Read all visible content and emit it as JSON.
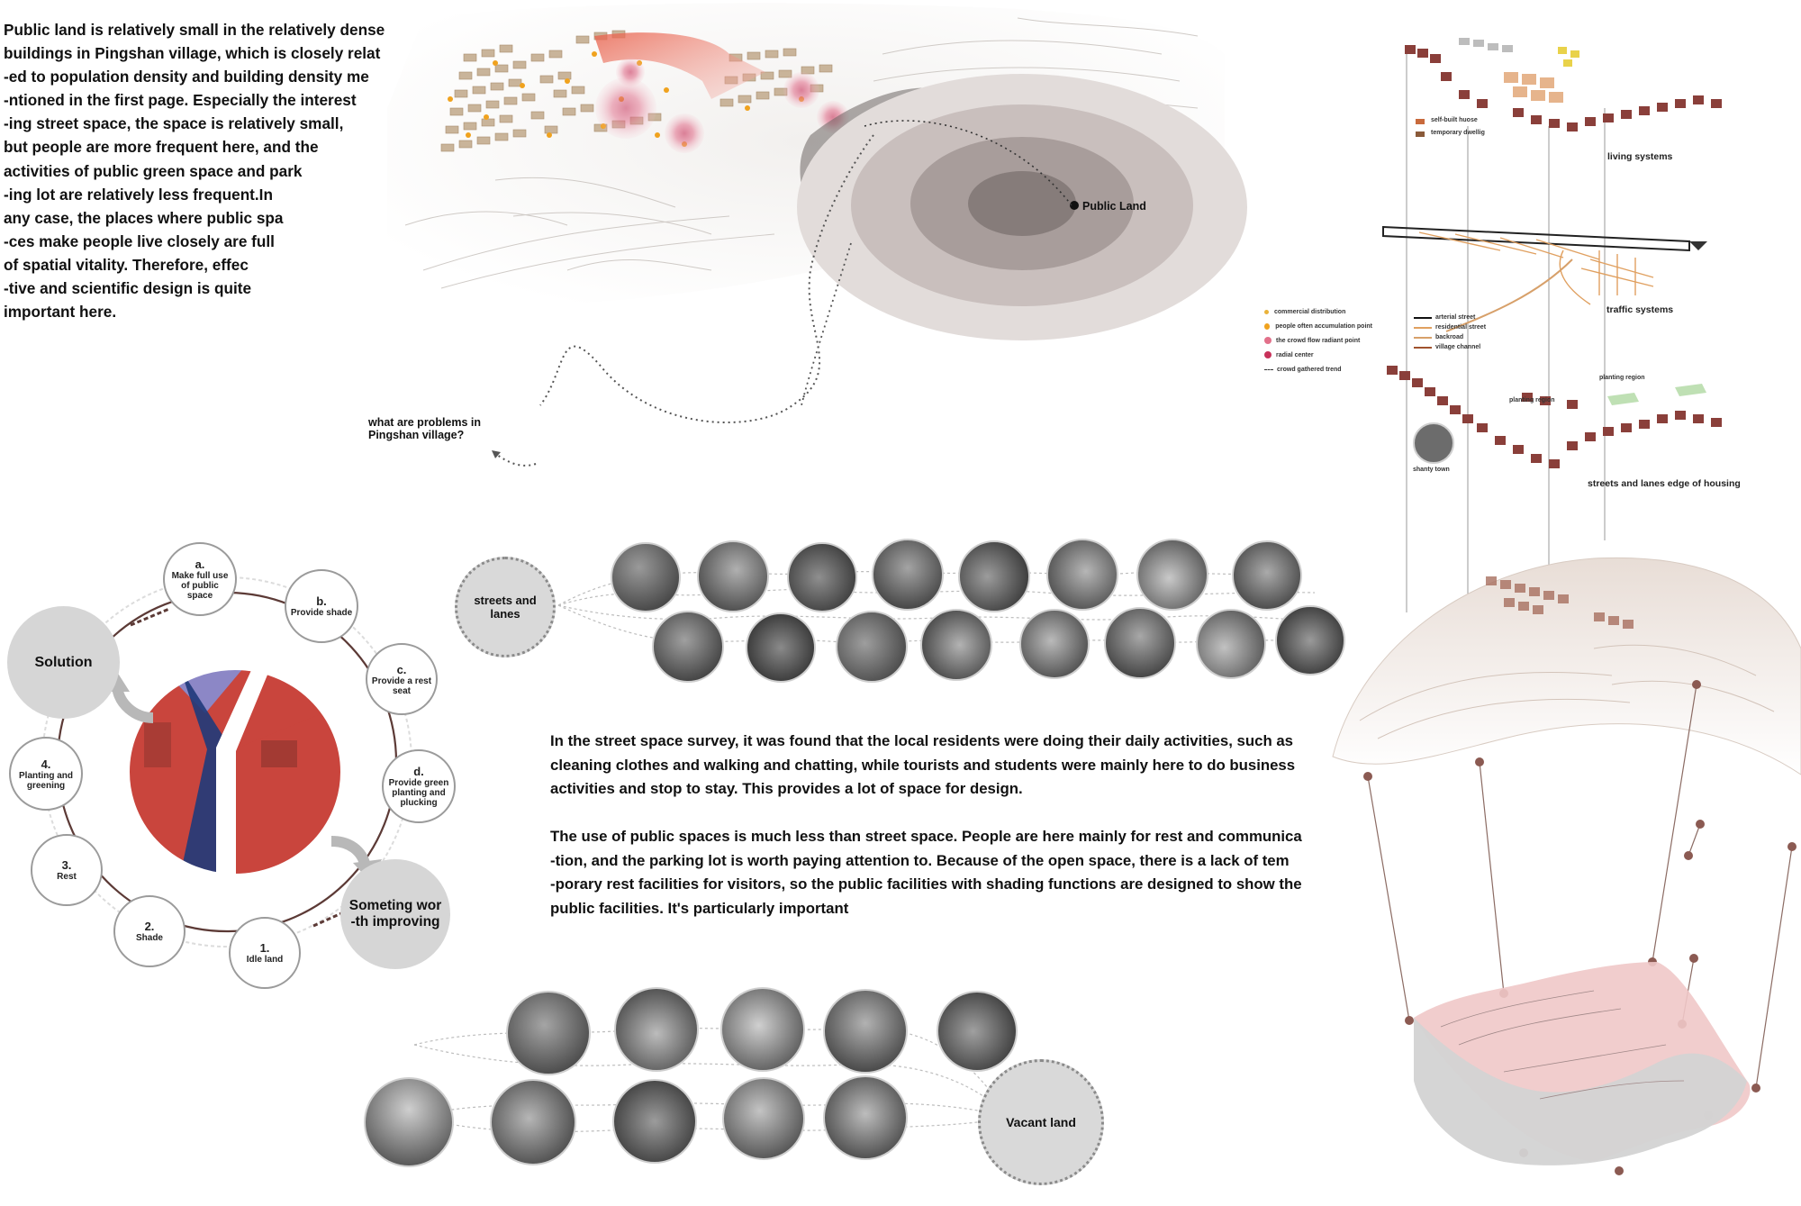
{
  "intro_text": [
    "Public land is relatively small in the relatively dense",
    " buildings in Pingshan village, which is closely relat",
    "-ed to population density and building density me",
    "-ntioned in the first page. Especially the interest",
    "-ing street space, the space is relatively small,",
    "but people are more frequent here, and the",
    "activities of public green space and park",
    "-ing lot are relatively less frequent.In",
    "any case, the places where public spa",
    "-ces make people live closely are full",
    "of spatial vitality. Therefore, effec",
    "-tive and scientific design is quite",
    "important here."
  ],
  "map": {
    "public_land_label": "Public Land"
  },
  "map_legend": [
    {
      "label": "commercial distribution",
      "color": "#e9b23a"
    },
    {
      "label": "people often accumulation point",
      "color": "#f0a21e"
    },
    {
      "label": "the crowd flow radiant point",
      "color": "#e2708a"
    },
    {
      "label": "radial center",
      "color": "#c8325a"
    },
    {
      "label": "crowd gathered trend",
      "color": "#333333"
    }
  ],
  "question": [
    "what are problems in",
    "Pingshan village?"
  ],
  "streets_hub_label": "streets and lanes",
  "vacant_hub_label": "Vacant land",
  "body_text_1": [
    "In the street space survey, it was found that the local residents were doing their daily activities, such as",
    "cleaning clothes and walking and chatting, while tourists and students were mainly here to do business",
    " activities and stop to stay. This provides a lot of space for design."
  ],
  "body_text_2": [
    "The use of public spaces is much less than street space. People are here mainly for rest and communica",
    "-tion, and the parking lot is worth paying attention to. Because of the open space, there is a lack of tem",
    "-porary rest facilities for visitors, so the public facilities with shading functions are designed to show the",
    "public facilities. It's particularly important"
  ],
  "solution_label": "Solution",
  "improving_label": "Someting wor -th improving",
  "cycle_nodes": [
    {
      "num": "a.",
      "label": "Make full use of public space"
    },
    {
      "num": "b.",
      "label": "Provide shade"
    },
    {
      "num": "c.",
      "label": "Provide a rest seat"
    },
    {
      "num": "d.",
      "label": "Provide green planting and plucking"
    },
    {
      "num": "1.",
      "label": "Idle land"
    },
    {
      "num": "2.",
      "label": "Shade"
    },
    {
      "num": "3.",
      "label": "Rest"
    },
    {
      "num": "4.",
      "label": "Planting and greening"
    }
  ],
  "systems": {
    "living_label": "living systems",
    "living_legend": [
      "self-built huose",
      "temporary dwellig"
    ],
    "traffic_label": "traffic systems",
    "traffic_legend": [
      "arterial street",
      "residential street",
      "backroad",
      "village channel"
    ],
    "streets_label": "streets and lanes edge of housing",
    "planting_region_1": "planting region",
    "planting_region_2": "planting region",
    "shanty_town": "shanty town"
  }
}
